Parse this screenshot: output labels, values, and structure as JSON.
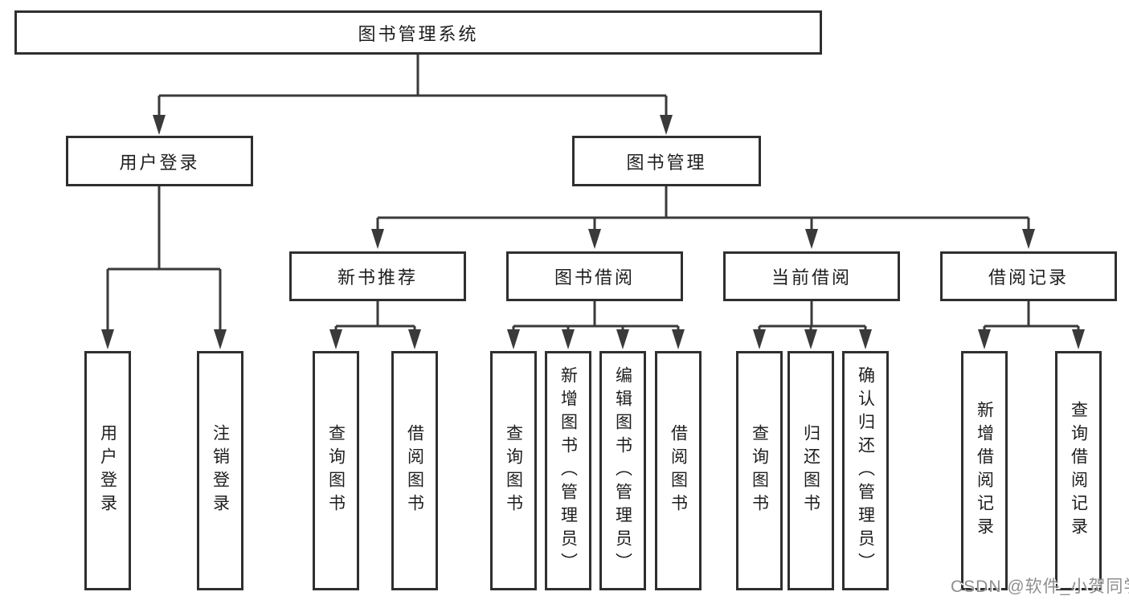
{
  "tree": {
    "root": {
      "label": "图书管理系统"
    },
    "level2": [
      {
        "label": "用户登录"
      },
      {
        "label": "图书管理"
      }
    ],
    "level3": [
      {
        "label": "新书推荐"
      },
      {
        "label": "图书借阅"
      },
      {
        "label": "当前借阅"
      },
      {
        "label": "借阅记录"
      }
    ],
    "leaves": {
      "user_login": [
        "用户登录",
        "注销登录"
      ],
      "new_books": [
        "查询图书",
        "借阅图书"
      ],
      "book_borrow": [
        "查询图书",
        "新增图书（管理员）",
        "编辑图书（管理员）",
        "借阅图书"
      ],
      "current_borrow": [
        "查询图书",
        "归还图书",
        "确认归还（管理员）"
      ],
      "borrow_records": [
        "新增借阅记录",
        "查询借阅记录"
      ]
    }
  },
  "watermark": {
    "text": "CSDN @软件_小贺同学"
  },
  "colors": {
    "line": "#3a3a3a",
    "border": "#2f2f2f",
    "text": "#1e1e1e",
    "background": "#ffffff",
    "watermark": "#8f8f8f"
  }
}
